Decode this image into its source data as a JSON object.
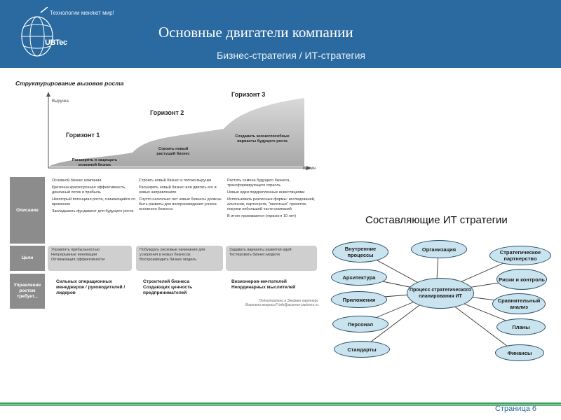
{
  "header": {
    "tagline": "Технологии меняют мир!",
    "logo_text": "UBTec",
    "title": "Основные двигатели компании",
    "subtitle": "Бизнес-стратегия / ИТ-стратегия"
  },
  "growth": {
    "heading": "Структурирование вызовов роста",
    "y_axis": "Выручка",
    "x_axis": "Время",
    "horizons": [
      {
        "label": "Горизонт 1",
        "note": "Расширять и защищать основной бизнес"
      },
      {
        "label": "Горизонт 2",
        "note": "Строить новый растущий бизнес"
      },
      {
        "label": "Горизонт 3",
        "note": "Создавать жизнеспособные варианты будущего роста"
      }
    ],
    "rows": {
      "description_label": "Описание",
      "goals_label": "Цели",
      "requires_label": "Управление ростом требует..."
    },
    "description": [
      [
        "Основной бизнес компании",
        "Критична краткосрочная эффективность, денежный поток и прибыль",
        "Некоторый потенциал роста, снижающийся со временем",
        "Закладывать фундамент для будущего роста"
      ],
      [
        "Строить новый бизнес и потоки выручки",
        "Расширять новый бизнес или двигать его в новых направлениях",
        "Спустя несколько лет новые бизнесы должны быть развиты для воспроизведения успеха основного бизнеса"
      ],
      [
        "Растить семена будущего бизнеса, трансформирующего отрасль",
        "Новые идеи подкрепленные инвестициями",
        "Использовать различные формы: исследований, альянсов, партнерств, \"пилотных\" проектов, покупки небольшой части компаний",
        "В итоге прикиваются (горизонт 10 лет)"
      ]
    ],
    "goals": [
      [
        "Управлять прибыльностью",
        "Непрерывные инновации",
        "Оптимизация эффективности"
      ],
      [
        "Побуждать рисковые начинания для ускорения в новых бизнесах",
        "Воспроизводить бизнес модель"
      ],
      [
        "Задавать варианты развития идей",
        "Тестировать бизнес-модели"
      ]
    ],
    "requires": [
      [
        "Сильных операционных",
        "менеджеров / руководителей / лидеров"
      ],
      [
        "Строителей бизнеса",
        "Создающих ценность предпринимателей"
      ],
      [
        "Визионеров-мечтателей",
        "Неординарных мыслителей"
      ]
    ],
    "credit_1": "Подготовлено в Эккимен партнерс",
    "credit_2": "Возникли вопросы? info@acumen-partners.ru"
  },
  "it": {
    "heading": "Составляющие ИТ стратегии",
    "center": "Процесс стратегического планирования ИТ",
    "nodes": {
      "internal": "Внутренние процессы",
      "architecture": "Архитектура",
      "applications": "Приложения",
      "personnel": "Персонал",
      "standards": "Стандарты",
      "organization": "Организация",
      "partnership": "Стратегическое партнерство",
      "risks": "Риски и контроль",
      "comparative": "Сравнительный анализ",
      "plans": "Планы",
      "finance": "Финансы"
    }
  },
  "footer": {
    "page": "Страница 6"
  },
  "colors": {
    "header_bg": "#2b6aa0",
    "accent_green": "#3aa05a",
    "node_fill": "#c9e3ef"
  }
}
